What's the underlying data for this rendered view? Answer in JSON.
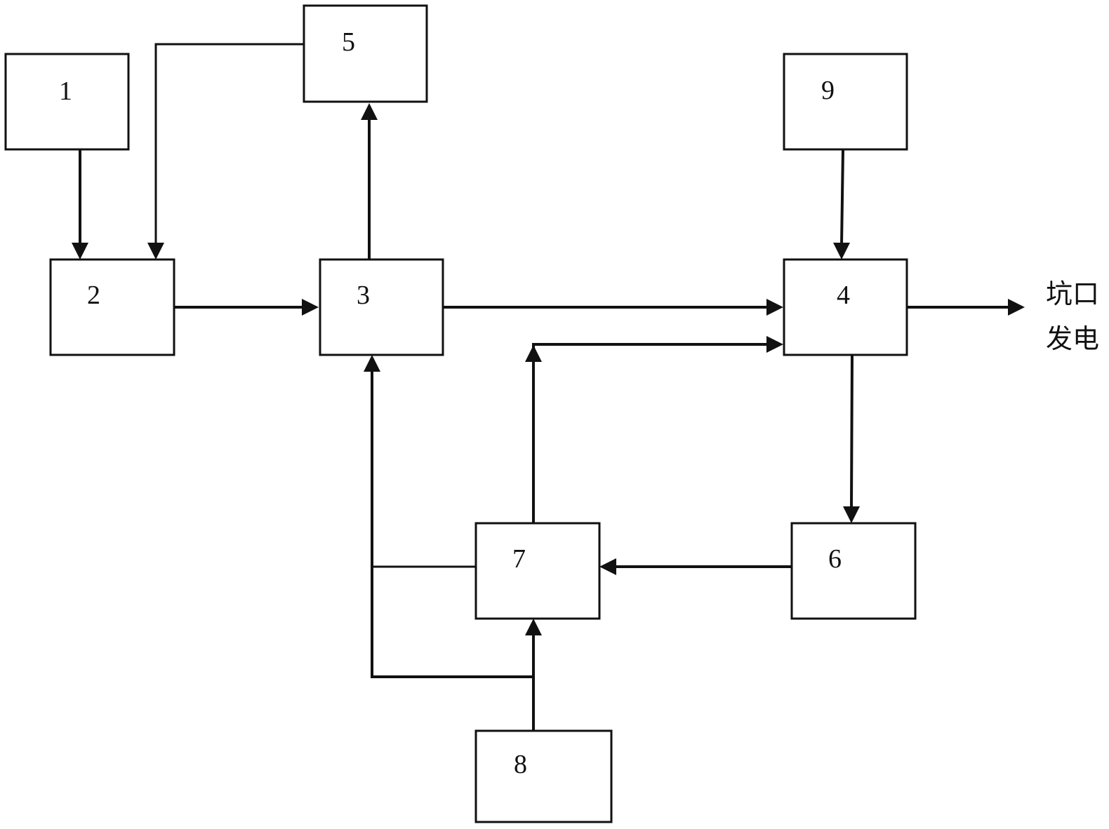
{
  "boxes": {
    "b1": "1",
    "b2": "2",
    "b3": "3",
    "b4": "4",
    "b5": "5",
    "b6": "6",
    "b7": "7",
    "b8": "8",
    "b9": "9"
  },
  "output_label": {
    "line1": "坑口",
    "line2": "发电"
  },
  "colors": {
    "stroke": "#111111",
    "background": "#ffffff"
  }
}
